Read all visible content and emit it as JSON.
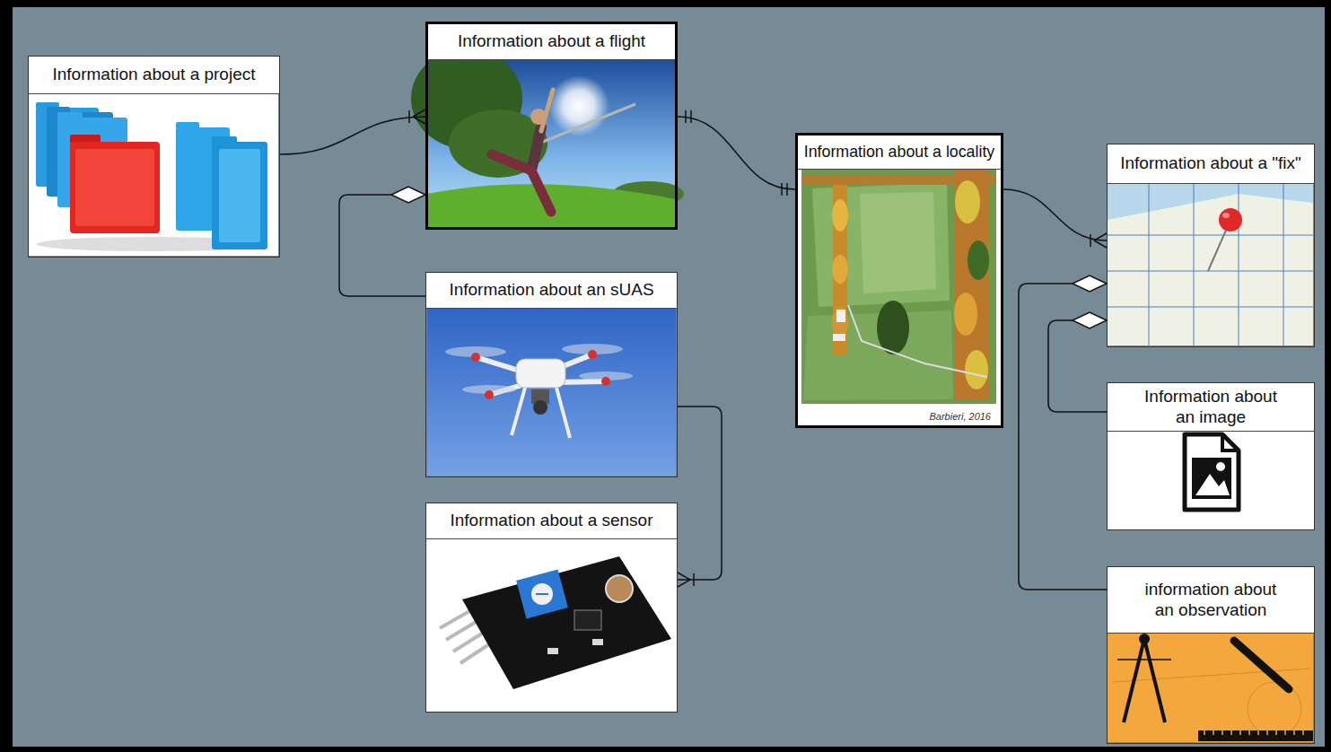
{
  "diagram": {
    "nodes": [
      {
        "text": [
          "Information about a project"
        ]
      },
      {
        "text": [
          "Information about a flight"
        ]
      },
      {
        "text": [
          "Information about an sUAS"
        ]
      },
      {
        "text": [
          "Information about a sensor"
        ]
      },
      {
        "text": [
          "Information about a locality",
          "Barbieri, 2016"
        ]
      },
      {
        "text": [
          "Information about a \"fix\""
        ]
      },
      {
        "text": [
          "Information about an image"
        ]
      },
      {
        "text": [
          "information about an observation"
        ]
      }
    ],
    "edges": [
      {
        "from": 0,
        "to": 1,
        "arrow": "to"
      },
      {
        "from": 2,
        "to": 1,
        "arrow": "to"
      },
      {
        "from": 1,
        "to": 4,
        "arrow": "both"
      },
      {
        "from": 2,
        "to": 3,
        "arrow": "to"
      },
      {
        "from": 4,
        "to": 5,
        "arrow": "to"
      },
      {
        "from": 6,
        "to": 5,
        "arrow": "to"
      },
      {
        "from": 7,
        "to": 5,
        "arrow": "to"
      }
    ]
  }
}
